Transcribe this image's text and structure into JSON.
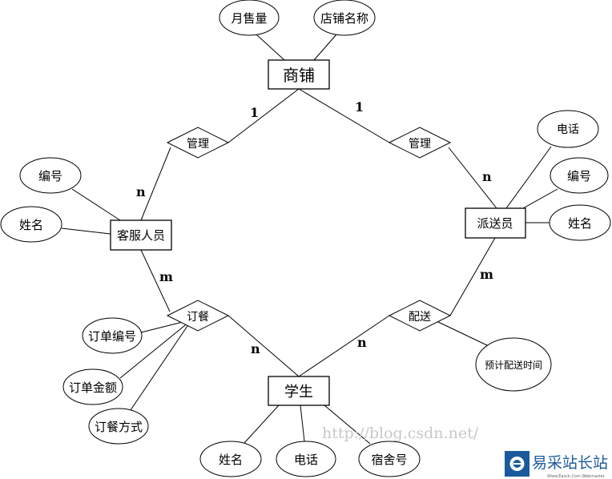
{
  "entities": {
    "shop": "商铺",
    "service": "客服人员",
    "courier": "派送员",
    "student": "学生"
  },
  "relations": {
    "manage_left": "管理",
    "manage_right": "管理",
    "order": "订餐",
    "deliver": "配送"
  },
  "attributes": {
    "shop_sales": "月售量",
    "shop_name": "店铺名称",
    "service_id": "编号",
    "service_name": "姓名",
    "courier_phone": "电话",
    "courier_id": "编号",
    "courier_name": "姓名",
    "order_id": "订单编号",
    "order_amount": "订单金额",
    "order_method": "订餐方式",
    "deliver_time": "预计配送时间",
    "student_name": "姓名",
    "student_phone": "电话",
    "student_dorm": "宿舍号"
  },
  "cardinalities": {
    "shop_left": "1",
    "shop_right": "1",
    "service_manage": "n",
    "courier_manage": "n",
    "service_order": "m",
    "student_order": "n",
    "student_deliver": "n",
    "courier_deliver": "m"
  },
  "watermark": {
    "url": "http://blog.csdn.net/",
    "brand": "易采站长站",
    "sub": "Www.Easck.Com  Webmaster",
    "color": "#1a5a9c"
  }
}
